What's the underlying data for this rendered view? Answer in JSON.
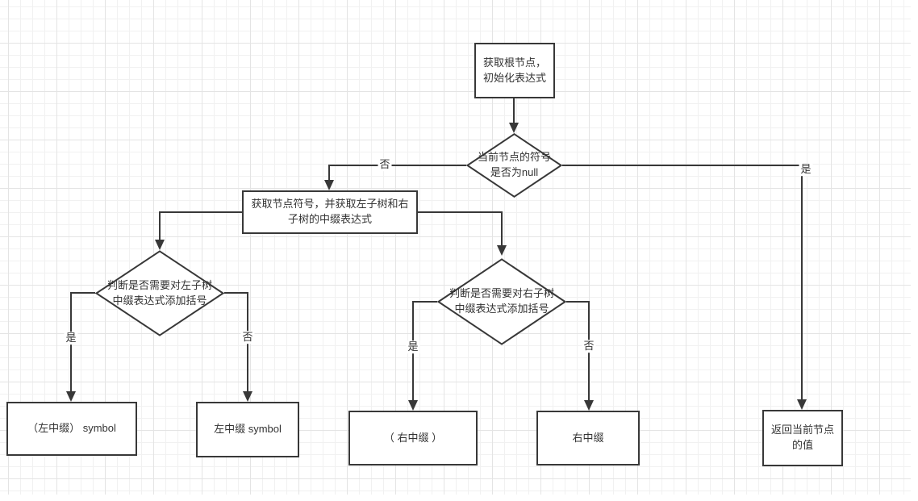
{
  "diagram": {
    "colors": {
      "stroke": "#383838",
      "text": "#333333",
      "grid_minor": "#f1f1f1",
      "grid_major": "#e4e4e4",
      "background": "#ffffff"
    },
    "nodes": {
      "start": {
        "lines": [
          "获取根节点，",
          "初始化表达式"
        ]
      },
      "check_null": {
        "lines": [
          "当前节点的符号",
          "是否为null"
        ]
      },
      "get_symbol": {
        "lines": [
          "获取节点符号，并获取左子树和右",
          "子树的中缀表达式"
        ]
      },
      "check_left": {
        "lines": [
          "判断是否需要对左子树",
          "中缀表达式添加括号"
        ]
      },
      "check_right": {
        "lines": [
          "判断是否需要对右子树",
          "中缀表达式添加括号"
        ]
      },
      "left_paren": {
        "label": "（左中缀） symbol"
      },
      "left_plain": {
        "label": "左中缀 symbol"
      },
      "right_paren": {
        "label": "（ 右中缀 ）"
      },
      "right_plain": {
        "label": "右中缀"
      },
      "return_value": {
        "lines": [
          "返回当前节点",
          "的值"
        ]
      }
    },
    "edges": {
      "null_no": {
        "label": "否"
      },
      "null_yes": {
        "label": "是"
      },
      "left_yes": {
        "label": "是"
      },
      "left_no": {
        "label": "否"
      },
      "right_yes": {
        "label": "是"
      },
      "right_no": {
        "label": "否"
      }
    }
  }
}
